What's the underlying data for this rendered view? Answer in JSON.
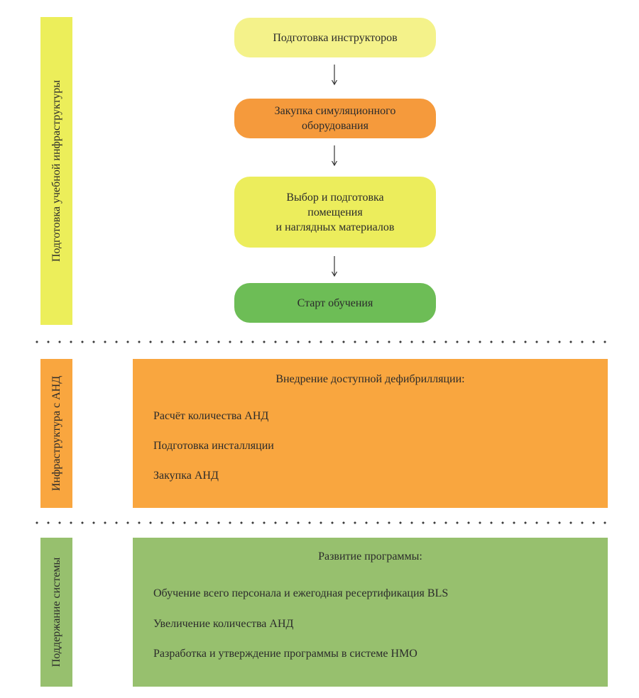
{
  "bands": {
    "infrastructure": {
      "label": "Подготовка учебной инфраструктуры",
      "color": "#ecee5a"
    },
    "aed": {
      "label": "Инфраструктура с АНД",
      "color": "#f9a63f"
    },
    "support": {
      "label": "Поддержание системы",
      "color": "#97c06e"
    }
  },
  "flow": {
    "steps": [
      {
        "label": "Подготовка инструкторов",
        "color": "#f4f28a"
      },
      {
        "label": "Закупка симуляционного\nоборудования",
        "color": "#f59a3c"
      },
      {
        "label": "Выбор и подготовка\nпомещения\nи наглядных материалов",
        "color": "#eced5c"
      },
      {
        "label": "Старт обучения",
        "color": "#6dbd56"
      }
    ]
  },
  "aed_panel": {
    "title": "Внедрение доступной дефибрилляции:",
    "color": "#f9a63f",
    "items": [
      "Расчёт количества АНД",
      "Подготовка инсталляции",
      "Закупка АНД"
    ]
  },
  "support_panel": {
    "title": "Развитие программы:",
    "color": "#97c06e",
    "items": [
      "Обучение всего персонала и ежегодная ресертификация BLS",
      "Увеличение количества АНД",
      "Разработка и утверждение программы в системе НМО"
    ]
  }
}
